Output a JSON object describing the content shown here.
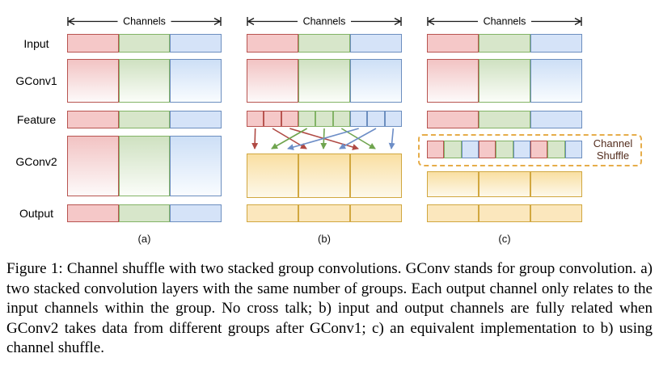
{
  "figure": {
    "channels_label": "Channels",
    "row_labels": [
      {
        "id": "input",
        "label": "Input"
      },
      {
        "id": "gconv1",
        "label": "GConv1"
      },
      {
        "id": "feature",
        "label": "Feature"
      },
      {
        "id": "gconv2",
        "label": "GConv2"
      },
      {
        "id": "output",
        "label": "Output"
      }
    ],
    "panel_labels": [
      "(a)",
      "(b)",
      "(c)"
    ],
    "channel_shuffle_label": [
      "Channel",
      "Shuffle"
    ],
    "group_order": [
      "red",
      "green",
      "blue"
    ],
    "colors": {
      "red": {
        "fill": "#f5c8c8",
        "top": "#f2c3c3",
        "bottom": "#fdfafa",
        "stroke": "#b85450"
      },
      "green": {
        "fill": "#d7e6ca",
        "top": "#cfe1c1",
        "bottom": "#fbfdf9",
        "stroke": "#82b366"
      },
      "blue": {
        "fill": "#d5e3f8",
        "top": "#cddff6",
        "bottom": "#f9fcff",
        "stroke": "#6c8ebf"
      },
      "yellow": {
        "fill": "#fbe7bd",
        "top": "#f9dfa2",
        "bottom": "#fdf8ea",
        "stroke": "#d1a73f"
      }
    },
    "arrow_colors": {
      "red": "#b04a44",
      "green": "#6fa44e",
      "blue": "#6d8ec7"
    },
    "dimension_arrow_color": "#1a1a1a",
    "shuffle_box": {
      "stroke": "#e6ad4a",
      "label_color": "#532d1e"
    },
    "panels": [
      {
        "id": "a",
        "label": "(a)",
        "type": "no-shuffle"
      },
      {
        "id": "b",
        "label": "(b)",
        "type": "cross-arrows",
        "feature_cells": [
          "red",
          "red",
          "red",
          "green",
          "green",
          "green",
          "blue",
          "blue",
          "blue"
        ],
        "arrows": [
          {
            "from_cell": 0,
            "to_block": 0,
            "to_slot": 0,
            "color": "red"
          },
          {
            "from_cell": 1,
            "to_block": 1,
            "to_slot": 0,
            "color": "red"
          },
          {
            "from_cell": 2,
            "to_block": 2,
            "to_slot": 0,
            "color": "red"
          },
          {
            "from_cell": 3,
            "to_block": 0,
            "to_slot": 1,
            "color": "green"
          },
          {
            "from_cell": 4,
            "to_block": 1,
            "to_slot": 1,
            "color": "green"
          },
          {
            "from_cell": 5,
            "to_block": 2,
            "to_slot": 1,
            "color": "green"
          },
          {
            "from_cell": 6,
            "to_block": 0,
            "to_slot": 2,
            "color": "blue"
          },
          {
            "from_cell": 7,
            "to_block": 1,
            "to_slot": 2,
            "color": "blue"
          },
          {
            "from_cell": 8,
            "to_block": 2,
            "to_slot": 2,
            "color": "blue"
          }
        ]
      },
      {
        "id": "c",
        "label": "(c)",
        "type": "channel-shuffle",
        "shuffle_cells": [
          "red",
          "green",
          "blue",
          "red",
          "green",
          "blue",
          "red",
          "green",
          "blue"
        ]
      }
    ]
  },
  "caption": {
    "text": "Figure 1: Channel shuffle with two stacked group convolutions. GConv stands for group convolution. a) two stacked convolution layers with the same number of groups. Each output channel only relates to the input channels within the group. No cross talk; b) input and output channels are fully related when GConv2 takes data from different groups after GConv1; c) an equivalent implementation to b) using channel shuffle."
  }
}
